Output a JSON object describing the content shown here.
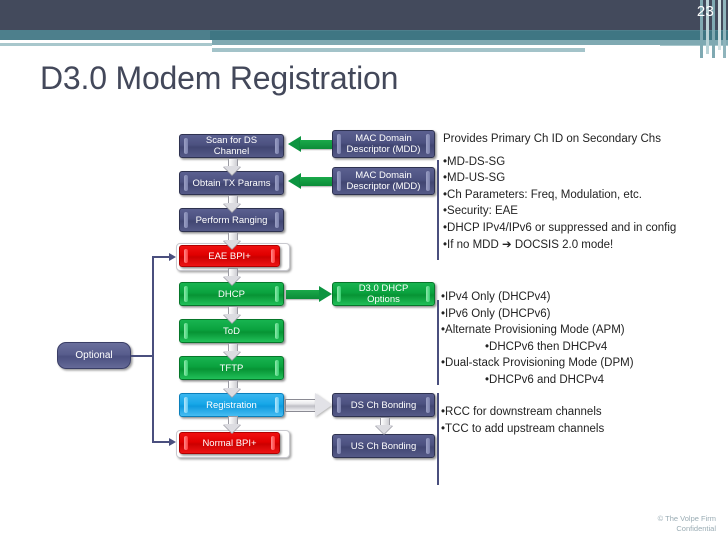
{
  "header": {
    "slide_number": "23",
    "title": "D3.0 Modem Registration"
  },
  "flow": {
    "main_column": [
      {
        "label": "Scan for DS Channel",
        "style": "navy"
      },
      {
        "label": "Obtain TX Params",
        "style": "navy"
      },
      {
        "label": "Perform Ranging",
        "style": "navy"
      },
      {
        "label": "EAE BPI+",
        "style": "red"
      },
      {
        "label": "DHCP",
        "style": "green"
      },
      {
        "label": "ToD",
        "style": "green"
      },
      {
        "label": "TFTP",
        "style": "green"
      },
      {
        "label": "Registration",
        "style": "blue"
      },
      {
        "label": "Normal BPI+",
        "style": "red"
      }
    ],
    "side_boxes": [
      {
        "label": "MAC Domain Descriptor (MDD)",
        "style": "navy"
      },
      {
        "label": "MAC Domain Descriptor (MDD)",
        "style": "navy"
      },
      {
        "label": "D3.0 DHCP Options",
        "style": "green"
      },
      {
        "label": "DS Ch Bonding",
        "style": "navy"
      },
      {
        "label": "US Ch Bonding",
        "style": "navy"
      }
    ],
    "optional_label": "Optional"
  },
  "notes": {
    "block1": {
      "lead": "Provides Primary Ch ID on Secondary Chs",
      "bullets": [
        "•MD-DS-SG",
        "•MD-US-SG",
        "•Ch Parameters: Freq, Modulation, etc.",
        "•Security: EAE",
        "•DHCP IPv4/IPv6 or suppressed and in config",
        "•If no MDD ➔ DOCSIS 2.0 mode!"
      ]
    },
    "block2": {
      "lines": [
        {
          "text": "•IPv4 Only (DHCPv4)",
          "sub": false
        },
        {
          "text": "•IPv6 Only (DHCPv6)",
          "sub": false
        },
        {
          "text": "•Alternate Provisioning Mode (APM)",
          "sub": false
        },
        {
          "text": "•DHCPv6 then DHCPv4",
          "sub": true
        },
        {
          "text": "•Dual-stack Provisioning Mode (DPM)",
          "sub": false
        },
        {
          "text": "•DHCPv6 and DHCPv4",
          "sub": true
        }
      ]
    },
    "block3": {
      "lines": [
        "•RCC for downstream channels",
        "•TCC to add upstream channels"
      ]
    }
  },
  "footer": {
    "line1": "© The Volpe Firm",
    "line2": "Confidential"
  },
  "colors": {
    "header_dark": "#434a5c",
    "header_teal": "#4d7f8c",
    "title_text": "#43485a",
    "navy": "#4c5180",
    "red": "#e00000",
    "green": "#0aa13e",
    "blue": "#17a7e8",
    "connector": "#4a4f7e",
    "footer_text": "#9aacb4"
  }
}
